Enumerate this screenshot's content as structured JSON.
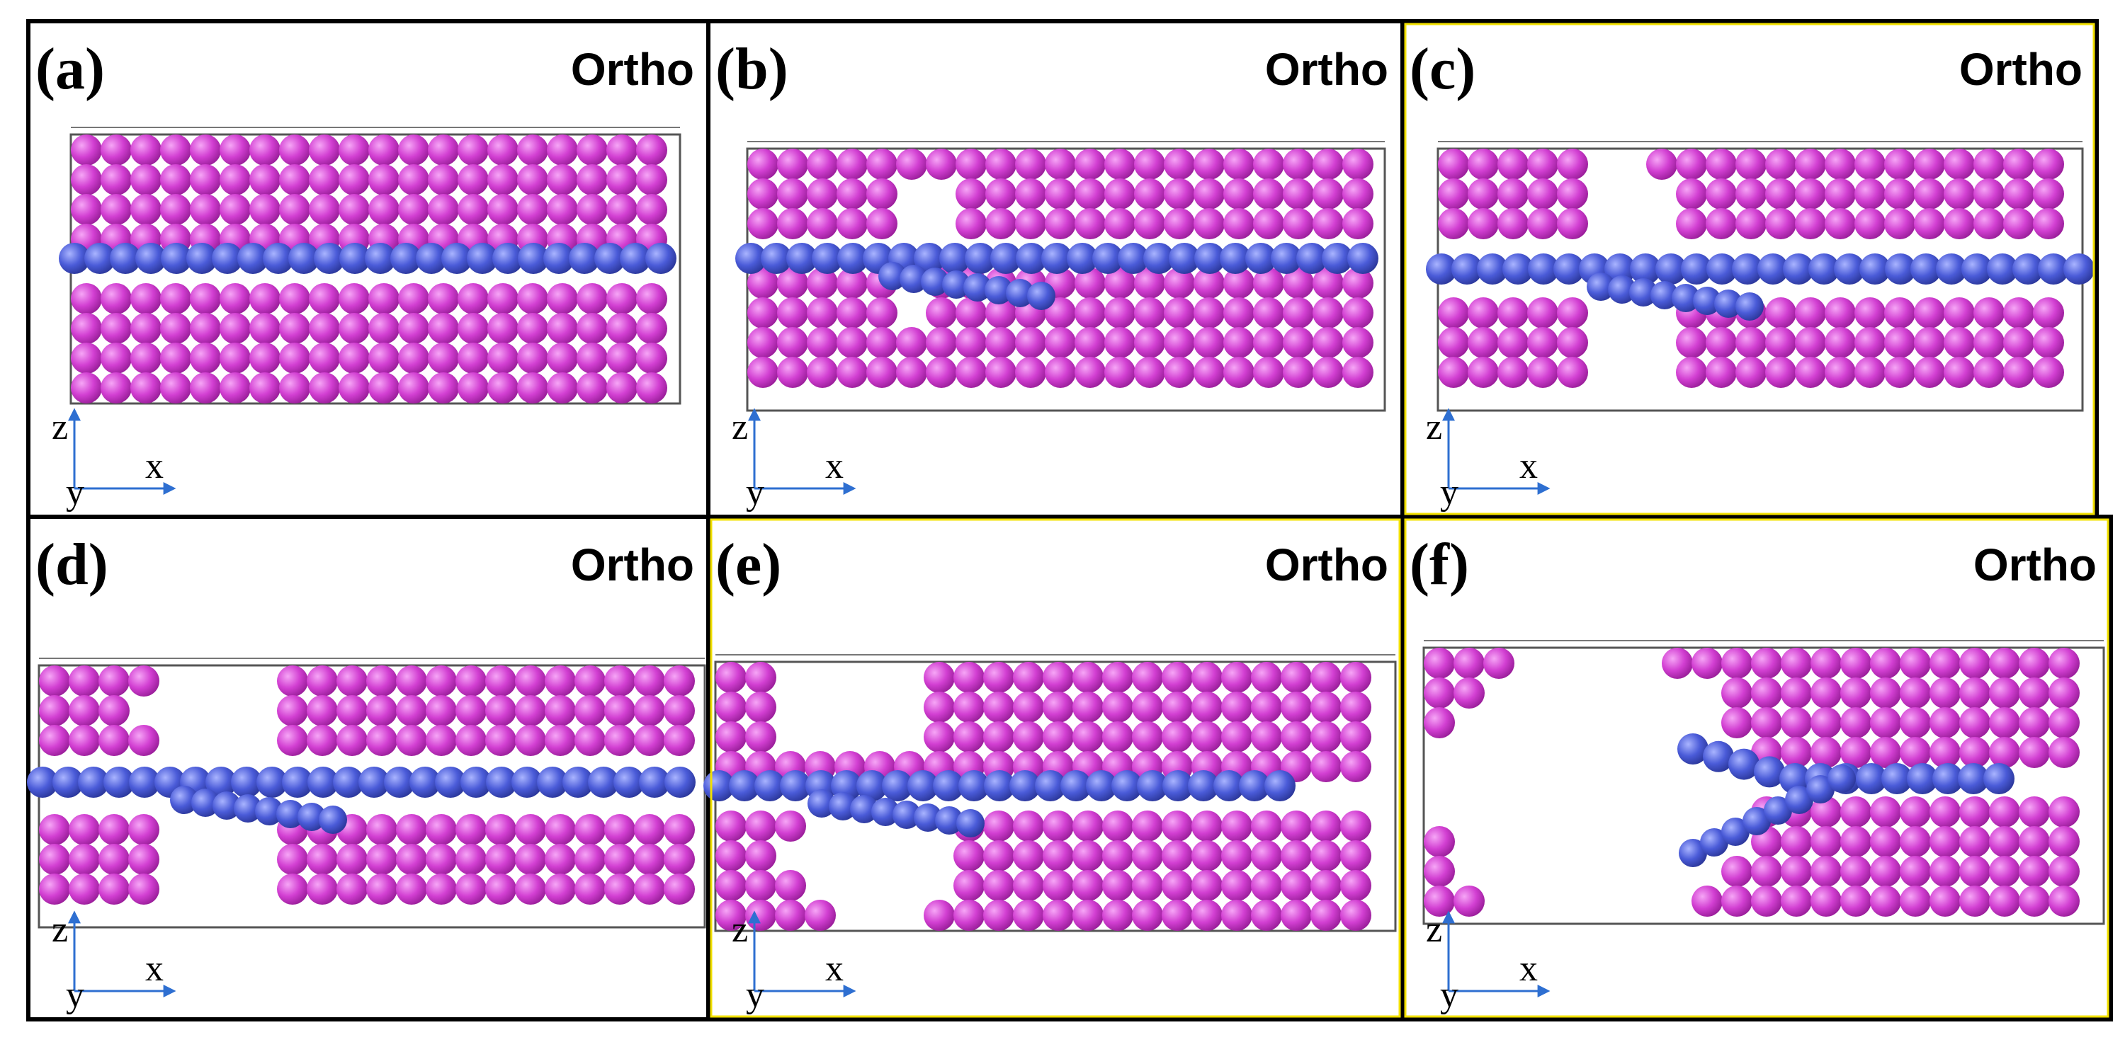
{
  "figure": {
    "panels": [
      {
        "id": "a",
        "label": "(a)",
        "view": "Ortho",
        "axes": {
          "vertical": "z",
          "depth": "y",
          "horizontal": "x"
        }
      },
      {
        "id": "b",
        "label": "(b)",
        "view": "Ortho",
        "axes": {
          "vertical": "z",
          "depth": "y",
          "horizontal": "x"
        }
      },
      {
        "id": "c",
        "label": "(c)",
        "view": "Ortho",
        "axes": {
          "vertical": "z",
          "depth": "y",
          "horizontal": "x"
        }
      },
      {
        "id": "d",
        "label": "(d)",
        "view": "Ortho",
        "axes": {
          "vertical": "z",
          "depth": "y",
          "horizontal": "x"
        }
      },
      {
        "id": "e",
        "label": "(e)",
        "view": "Ortho",
        "axes": {
          "vertical": "z",
          "depth": "y",
          "horizontal": "x"
        }
      },
      {
        "id": "f",
        "label": "(f)",
        "view": "Ortho",
        "axes": {
          "vertical": "z",
          "depth": "y",
          "horizontal": "x"
        }
      }
    ],
    "colors": {
      "matrix_atom": "#d23fd2",
      "matrix_atom_highlight": "#f6a6f6",
      "chain_atom": "#4a5bd8",
      "chain_atom_highlight": "#a9b4ff",
      "axis_arrow": "#2e6fd1",
      "frame": "#000000",
      "accent_border": "#f2e100"
    }
  }
}
